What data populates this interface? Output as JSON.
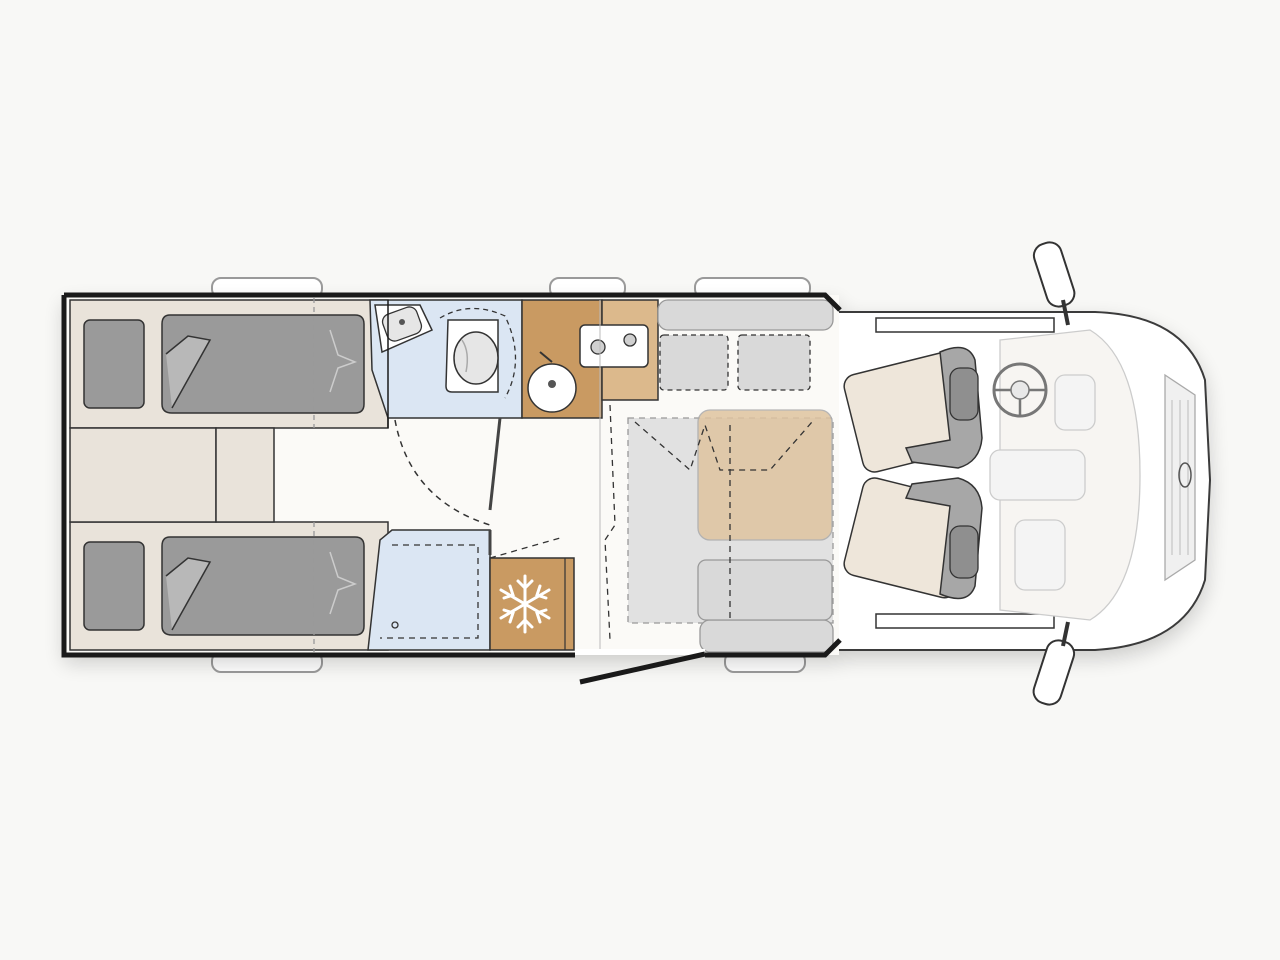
{
  "diagram": {
    "type": "motorhome-floor-plan",
    "view": "top-down",
    "orientation": "cab-right",
    "zones": [
      {
        "id": "rear-single-bed-top",
        "kind": "single-bed",
        "color": "#e9e3da"
      },
      {
        "id": "rear-single-bed-bottom",
        "kind": "single-bed",
        "color": "#e9e3da"
      },
      {
        "id": "bed-extension",
        "kind": "bed-extension",
        "color": "#e9e3da"
      },
      {
        "id": "washroom",
        "kind": "washroom",
        "color": "#dbe6f3"
      },
      {
        "id": "shower",
        "kind": "shower",
        "color": "#dbe6f3"
      },
      {
        "id": "kitchen",
        "kind": "kitchen",
        "color": "#c99a62"
      },
      {
        "id": "fridge",
        "kind": "refrigerator",
        "color": "#c99a62"
      },
      {
        "id": "dinette",
        "kind": "dinette-lounge",
        "color": "#d9d9d9"
      },
      {
        "id": "cab",
        "kind": "driver-cab",
        "color": "#f1ede6"
      }
    ],
    "icons": [
      "snowflake-icon",
      "steering-wheel-icon",
      "sink-icon",
      "toilet-icon",
      "stove-icon"
    ],
    "colors": {
      "wall": "#1a1a1a",
      "bed_cover": "#9a9a9a",
      "bed_base": "#e9e3da",
      "wet_area": "#dbe6f3",
      "kitchen_wood": "#c99a62",
      "seat_grey": "#a7a7a7",
      "seat_beige": "#eee6da",
      "table": "#dfc4a0",
      "floor": "#fbfaf7"
    }
  }
}
